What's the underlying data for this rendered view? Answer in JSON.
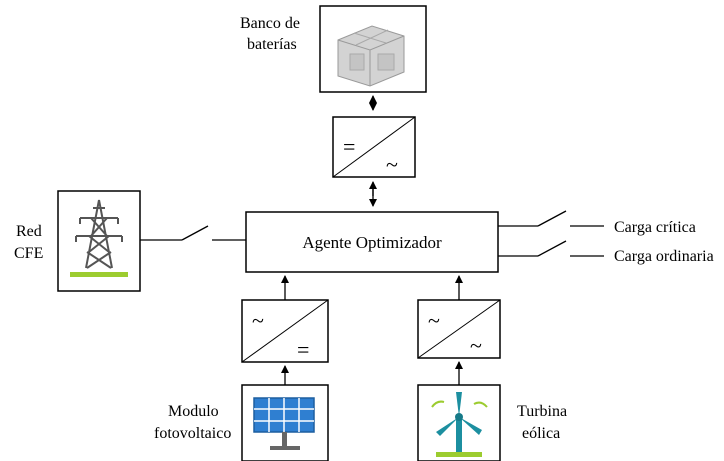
{
  "labels": {
    "battery_line1": "Banco de",
    "battery_line2": "baterías",
    "grid_line1": "Red",
    "grid_line2": "CFE",
    "agent": "Agente Optimizador",
    "critical_load": "Carga crítica",
    "ordinary_load": "Carga ordinaria",
    "pv_line1": "Modulo",
    "pv_line2": "fotovoltaico",
    "wind_line1": "Turbina",
    "wind_line2": "eólica"
  },
  "converters": {
    "battery": {
      "top": "=",
      "bottom": "~"
    },
    "pv": {
      "top": "~",
      "bottom": "="
    },
    "wind": {
      "top": "~",
      "bottom": "~"
    }
  },
  "icons": {
    "battery": "battery-bank-icon",
    "grid": "transmission-tower-icon",
    "pv": "solar-panel-icon",
    "wind": "wind-turbine-icon"
  },
  "colors": {
    "solar_blue": "#2f7fd1",
    "turbine_teal": "#1c8fa0",
    "ground_green": "#9ccc2f",
    "battery_gray": "#c8c8c8"
  }
}
